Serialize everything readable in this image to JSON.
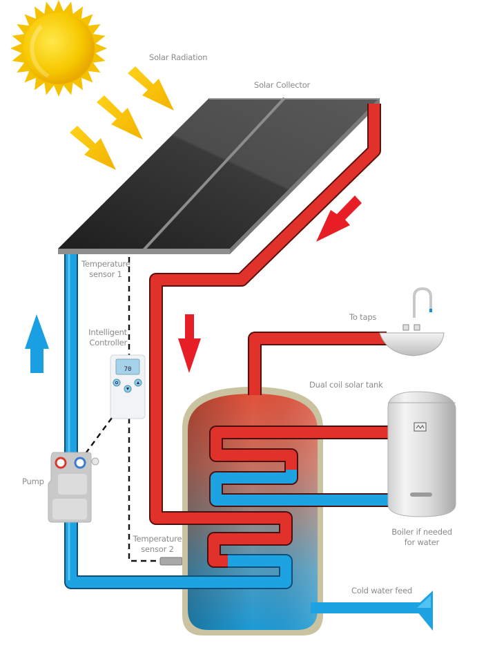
{
  "diagram": {
    "title": "Solar water heating system",
    "labels": {
      "solar_radiation": "Solar Radiation",
      "solar_collector": "Solar Collector",
      "temperature_sensor_1": [
        "Temperature",
        "sensor 1"
      ],
      "intelligent_controller": [
        "Intelligent",
        "Controller"
      ],
      "pump": "Pump",
      "temperature_sensor_2": [
        "Temperature",
        "sensor 2"
      ],
      "to_taps": "To taps",
      "dual_coil_solar_tank": "Dual coil solar tank",
      "boiler": [
        "Boiler if needed",
        "for water"
      ],
      "cold_water_feed": "Cold water feed"
    },
    "controller_display": "70",
    "controller_buttons": [
      "power",
      "down",
      "up"
    ],
    "flow_arrows": [
      {
        "name": "cold-return-up",
        "color": "#1a9ee0",
        "direction": "up"
      },
      {
        "name": "hot-flow-down",
        "color": "#e8202a",
        "direction": "down"
      },
      {
        "name": "hot-flow-diagonal",
        "color": "#e8202a",
        "direction": "down-left"
      }
    ],
    "colors": {
      "hot_pipe": "#e0302a",
      "cold_pipe": "#1ea0e0",
      "sun": "#f5c400",
      "collector": "#2e2e2e",
      "tank_shell": "#c8c4a0",
      "label_text": "#8a8a8a"
    }
  }
}
